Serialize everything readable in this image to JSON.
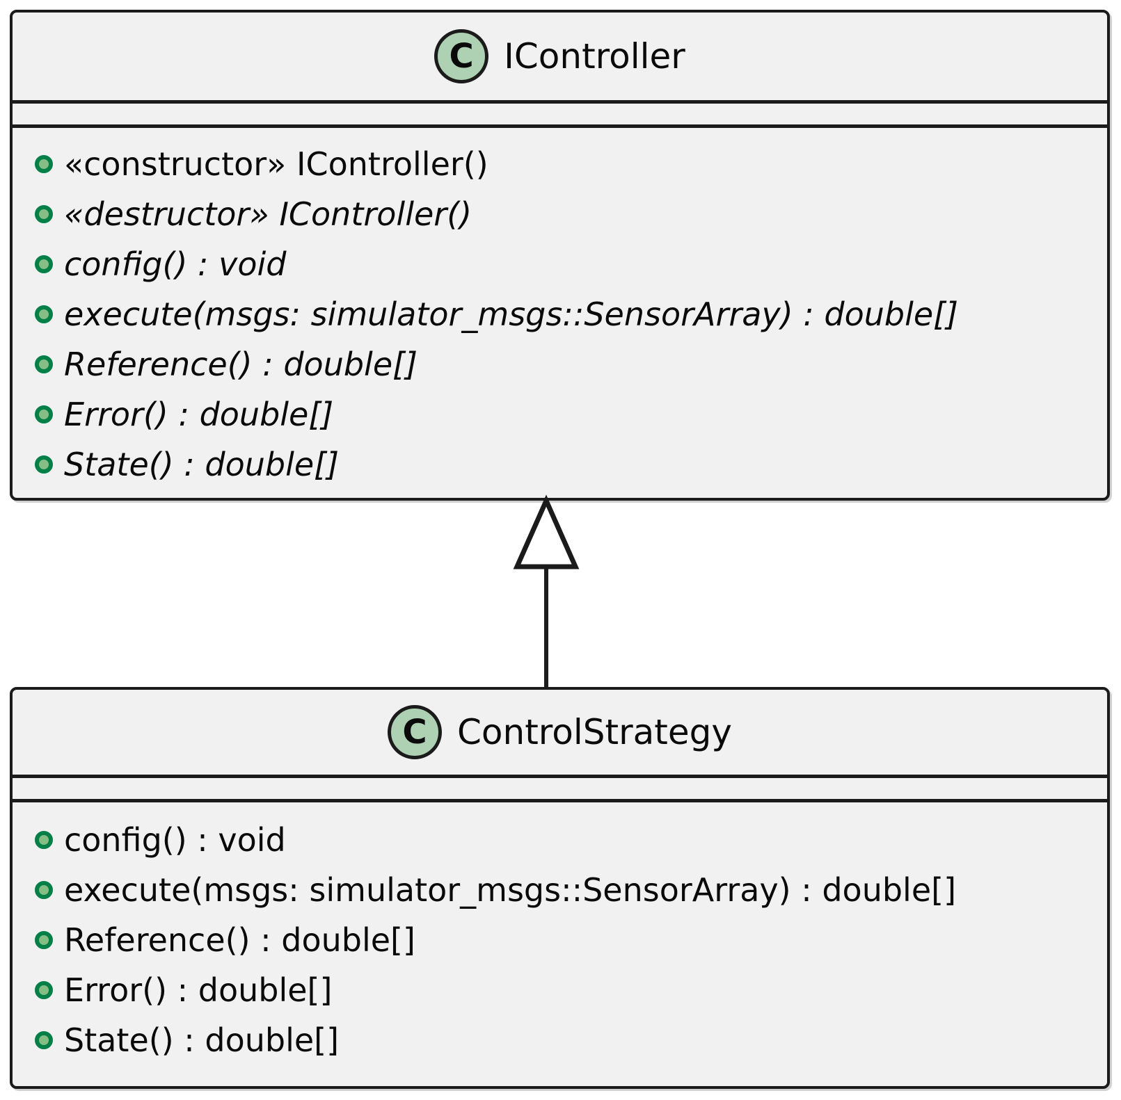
{
  "diagram": {
    "type": "uml-class-diagram",
    "colors": {
      "box_fill": "#F1F1F1",
      "box_border": "#1B1B1B",
      "class_icon_fill": "#ADD1B2",
      "visibility_public_fill": "#84BE84",
      "visibility_public_border": "#038048",
      "text": "#0A0A0A",
      "background": "#FFFFFF"
    },
    "classes": [
      {
        "id": "icontroller",
        "stereotype_letter": "C",
        "name": "IController",
        "attributes": [],
        "methods": [
          {
            "label": "«constructor» IController()",
            "abstract": false
          },
          {
            "label": "«destructor» IController()",
            "abstract": true
          },
          {
            "label": "config() : void",
            "abstract": true
          },
          {
            "label": "execute(msgs: simulator_msgs::SensorArray) : double[]",
            "abstract": true
          },
          {
            "label": "Reference() : double[]",
            "abstract": true
          },
          {
            "label": "Error() : double[]",
            "abstract": true
          },
          {
            "label": "State() : double[]",
            "abstract": true
          }
        ]
      },
      {
        "id": "controlstrategy",
        "stereotype_letter": "C",
        "name": "ControlStrategy",
        "attributes": [],
        "methods": [
          {
            "label": "config() : void",
            "abstract": false
          },
          {
            "label": "execute(msgs: simulator_msgs::SensorArray) : double[]",
            "abstract": false
          },
          {
            "label": "Reference() : double[]",
            "abstract": false
          },
          {
            "label": "Error() : double[]",
            "abstract": false
          },
          {
            "label": "State() : double[]",
            "abstract": false
          }
        ]
      }
    ],
    "relationships": [
      {
        "kind": "generalization",
        "from": "ControlStrategy",
        "to": "IController",
        "arrow": "hollow-triangle"
      }
    ]
  }
}
